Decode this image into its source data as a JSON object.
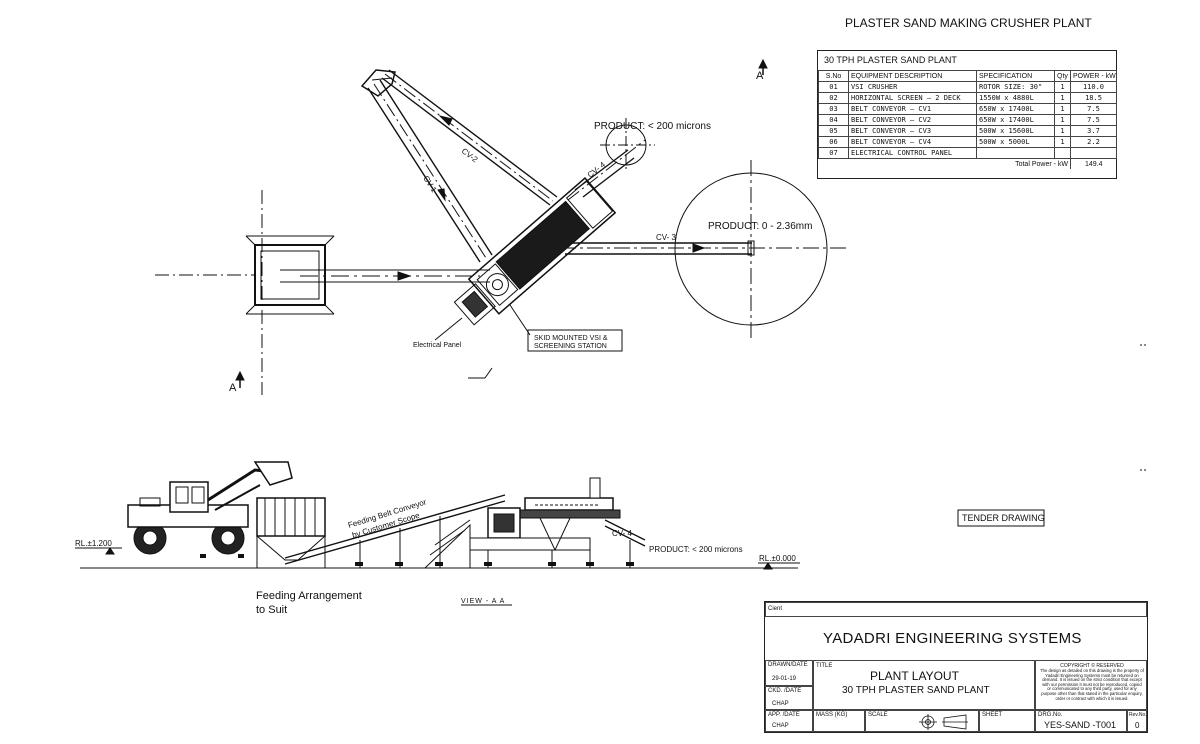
{
  "header": {
    "title": "PLASTER SAND MAKING CRUSHER PLANT"
  },
  "spec_table": {
    "title": "30 TPH PLASTER SAND PLANT",
    "columns": [
      "S.No",
      "EQUIPMENT DESCRIPTION",
      "SPECIFICATION",
      "Qty",
      "POWER - kW"
    ],
    "rows": [
      {
        "sno": "01",
        "desc": "VSI  CRUSHER",
        "spec": "ROTOR  SIZE:  30\"",
        "qty": "1",
        "power": "110.0"
      },
      {
        "sno": "02",
        "desc": "HORIZONTAL  SCREEN  –  2  DECK",
        "spec": "1550W  x  4880L",
        "qty": "1",
        "power": "18.5"
      },
      {
        "sno": "03",
        "desc": "BELT  CONVEYOR  –  CV1",
        "spec": "650W  x  17400L",
        "qty": "1",
        "power": "7.5"
      },
      {
        "sno": "04",
        "desc": "BELT  CONVEYOR  –  CV2",
        "spec": "650W  x  17400L",
        "qty": "1",
        "power": "7.5"
      },
      {
        "sno": "05",
        "desc": "BELT  CONVEYOR  –  CV3",
        "spec": "500W  x  15600L",
        "qty": "1",
        "power": "3.7"
      },
      {
        "sno": "06",
        "desc": "BELT  CONVEYOR  –  CV4",
        "spec": "500W  x  5000L",
        "qty": "1",
        "power": "2.2"
      },
      {
        "sno": "07",
        "desc": "ELECTRICAL  CONTROL  PANEL",
        "spec": "",
        "qty": "",
        "power": ""
      }
    ],
    "total_label": "Total Power - kW",
    "total_value": "149.4"
  },
  "plan_view": {
    "product_fine": "PRODUCT: < 200 microns",
    "product_sand": "PRODUCT: 0 - 2.36mm",
    "cv1": "CV-1",
    "cv2": "CV-2",
    "cv3": "CV- 3",
    "cv4": "CV- 4",
    "electrical_panel": "Electrical Panel",
    "skid_line1": "SKID MOUNTED VSI &",
    "skid_line2": "SCREENING STATION",
    "section_a": "A"
  },
  "elevation_view": {
    "feeding_conveyor_line1": "Feeding Belt Conveyor",
    "feeding_conveyor_line2": "by Customer Scope",
    "cv4": "CV- 4",
    "product_fine": "PRODUCT: < 200 microns",
    "rl_left": "RL.±1.200",
    "rl_right": "RL.±0.000",
    "feeding_note_line1": "Feeding Arrangement",
    "feeding_note_line2": "to Suit",
    "view_label": "VIEW - A A"
  },
  "tender_label": "TENDER DRAWING",
  "title_block": {
    "client_label": "Cient",
    "company": "YADADRI ENGINEERING SYSTEMS",
    "drawn_label": "DRAWN/DATE",
    "drawn_date": "29-01-19",
    "checked_label": "CKD. /DATE",
    "checked_by": "CHAP",
    "approved_label": "APP. /DATE",
    "approved_by": "CHAP",
    "title_label": "TITLE",
    "title_line1": "PLANT LAYOUT",
    "title_line2": "30 TPH PLASTER SAND PLANT",
    "mass_label": "MASS (KG)",
    "scale_label": "SCALE",
    "sheet_label": "SHEET",
    "copyright_head": "COPYRIGHT © RESERVED",
    "copyright_body": "The design as detailed on this drawing is the property of Yadadri Engineering Systems must be returned on demand. It is issued on the strict condition that except with our permission it must not be reproduced, copied or communicated to any third party, used for any purpose other than that stated in the particular enquiry, order or contract with which it is issued.",
    "drg_label": "DRG.No.",
    "drg_no": "YES-SAND -T001",
    "rev_label": "Rev.No.",
    "rev_no": "0"
  }
}
